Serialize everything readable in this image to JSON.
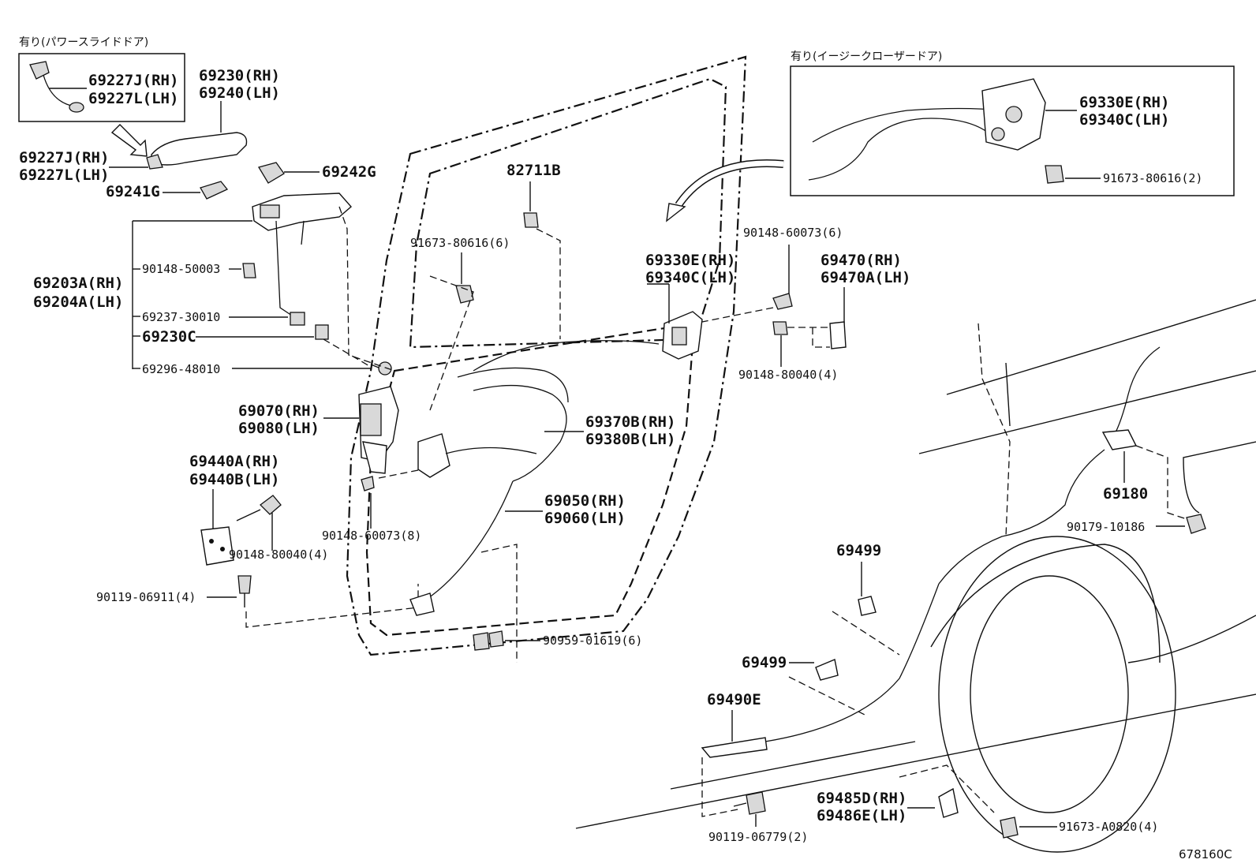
{
  "captions": {
    "power_slide_door": "有り(パワースライドドア)",
    "easy_closer_door": "有り(イージークローザードア)"
  },
  "parts": {
    "p69227J_rh_inset": "69227J(RH)",
    "p69227L_lh_inset": "69227L(LH)",
    "p69230_rh": "69230(RH)",
    "p69240_lh": "69240(LH)",
    "p69227J_rh": "69227J(RH)",
    "p69227L_lh": "69227L(LH)",
    "p69242G": "69242G",
    "p69241G": "69241G",
    "p69203A_rh": "69203A(RH)",
    "p69204A_lh": "69204A(LH)",
    "p90148_50003": "90148-50003",
    "p69237_30010": "69237-30010",
    "p69230C": "69230C",
    "p69296_48010": "69296-48010",
    "p69070_rh": "69070(RH)",
    "p69080_lh": "69080(LH)",
    "p69440A_rh": "69440A(RH)",
    "p69440B_lh": "69440B(LH)",
    "p90148_80040_4_left": "90148-80040(4)",
    "p90119_06911_4": "90119-06911(4)",
    "p82711B": "82711B",
    "p91673_80616_6": "91673-80616(6)",
    "p69330E_rh_main": "69330E(RH)",
    "p69340C_lh_main": "69340C(LH)",
    "p90148_60073_6": "90148-60073(6)",
    "p69470_rh": "69470(RH)",
    "p69470A_lh": "69470A(LH)",
    "p90148_80040_4_right": "90148-80040(4)",
    "p69370B_rh": "69370B(RH)",
    "p69380B_lh": "69380B(LH)",
    "p90148_60073_8": "90148-60073(8)",
    "p69050_rh": "69050(RH)",
    "p69060_lh": "69060(LH)",
    "p90959_01619_6": "90959-01619(6)",
    "p69330E_rh_inset": "69330E(RH)",
    "p69340C_lh_inset": "69340C(LH)",
    "p91673_80616_2": "91673-80616(2)",
    "p69180": "69180",
    "p90179_10186": "90179-10186",
    "p69499_a": "69499",
    "p69499_b": "69499",
    "p69490E": "69490E",
    "p69485D_rh": "69485D(RH)",
    "p69486E_lh": "69486E(LH)",
    "p90119_06779_2": "90119-06779(2)",
    "p91673_A0820_4": "91673-A0820(4)"
  },
  "reference_number": "678160C"
}
